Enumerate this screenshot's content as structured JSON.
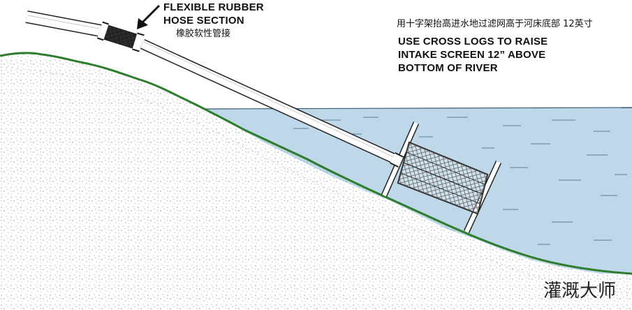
{
  "labels": {
    "hose_line1": "FLEXIBLE RUBBER",
    "hose_line2": "HOSE SECTION",
    "hose_cn": "橡胶软性管接",
    "screen_cn": "用十字架抬高进水地过滤网高于河床底部 12英寸",
    "screen_line1": "USE CROSS LOGS TO RAISE",
    "screen_line2": "INTAKE SCREEN 12” ABOVE",
    "screen_line3": "BOTTOM OF RIVER"
  },
  "watermark": "灌溉大师",
  "colors": {
    "water": "#bfd8e9",
    "bank_edge": "#2e7d2e",
    "bank_fill": "#f3f5ef",
    "outline": "#222222"
  },
  "icons": [
    "pointer-arrow-icon"
  ]
}
